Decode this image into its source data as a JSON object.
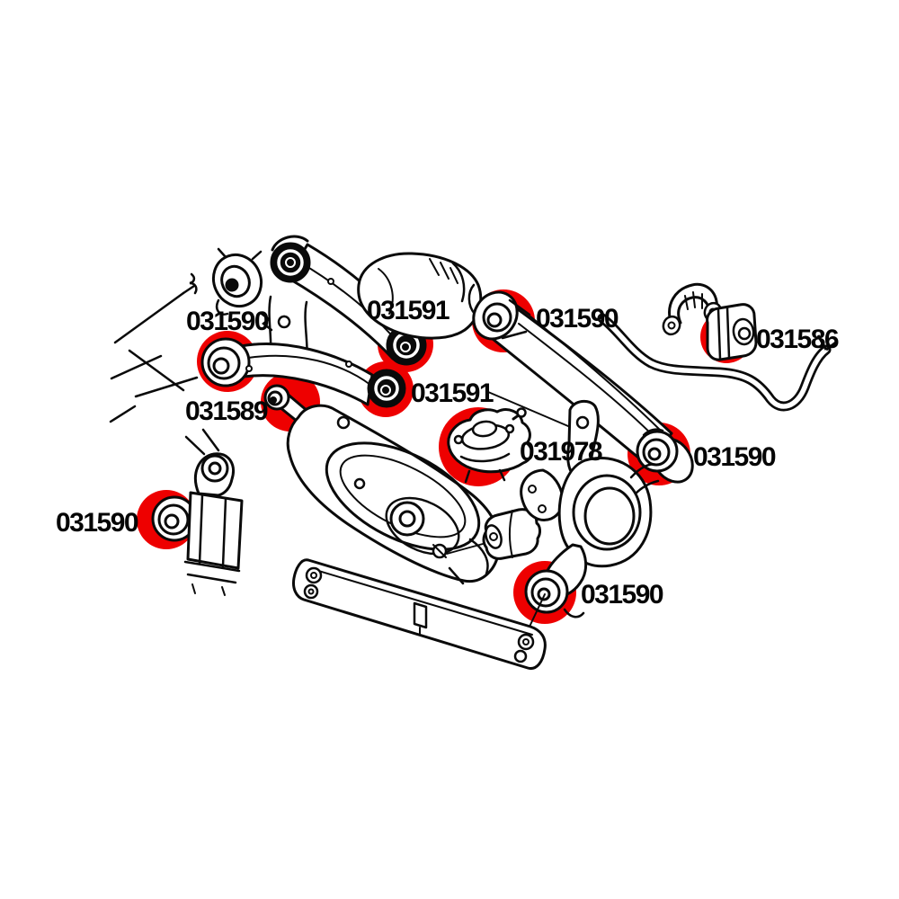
{
  "diagram": {
    "type": "parts-callout-line-drawing",
    "subject": "rear-axle-suspension-bushings"
  },
  "colors": {
    "highlight": "#ee0000",
    "ink": "#0a0a0a",
    "background": "#ffffff"
  },
  "callouts": [
    {
      "id": "c1",
      "part_number": "031590"
    },
    {
      "id": "c2",
      "part_number": "031591"
    },
    {
      "id": "c3",
      "part_number": "031590"
    },
    {
      "id": "c4",
      "part_number": "031586"
    },
    {
      "id": "c5",
      "part_number": "031591"
    },
    {
      "id": "c6",
      "part_number": "031589"
    },
    {
      "id": "c7",
      "part_number": "031978"
    },
    {
      "id": "c8",
      "part_number": "031590"
    },
    {
      "id": "c9",
      "part_number": "031590"
    },
    {
      "id": "c10",
      "part_number": "031590"
    }
  ]
}
